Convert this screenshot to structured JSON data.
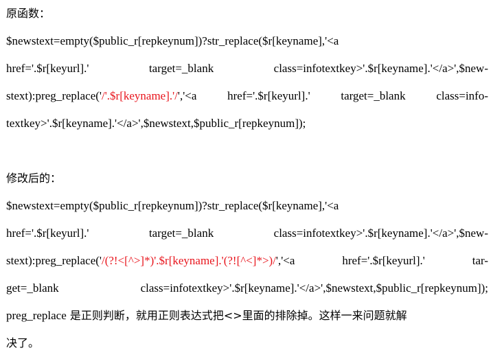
{
  "original": {
    "heading": "原函数：",
    "lines": [
      [
        {
          "t": "$newstext=empty($public_r[repkeynum])?str_replace($r[keyname],'<a"
        }
      ],
      [
        {
          "t": "href='.$r[keyurl].'        target=_blank        class=infotextkey>'.$r[keyname].'</a>',$new-"
        }
      ],
      [
        {
          "t": "stext):preg_replace('"
        },
        {
          "t": "/'.$r[keyname].'/",
          "red": true
        },
        {
          "t": "','<a href='.$r[keyurl].' target=_blank class=info-"
        }
      ],
      [
        {
          "t": "textkey>'.$r[keyname].'</a>',$newstext,$public_r[repkeynum]);"
        }
      ]
    ]
  },
  "modified": {
    "heading": "修改后的：",
    "lines": [
      [
        {
          "t": "$newstext=empty($public_r[repkeynum])?str_replace($r[keyname],'<a"
        }
      ],
      [
        {
          "t": "href='.$r[keyurl].'        target=_blank        class=infotextkey>'.$r[keyname].'</a>',$new-"
        }
      ],
      [
        {
          "t": "stext):preg_replace('"
        },
        {
          "t": "/(?!<[^>]*)'.$r[keyname].'(?![^<]*>)/",
          "red": true
        },
        {
          "t": "','<a  href='.$r[keyurl].'  tar-"
        }
      ],
      [
        {
          "t": "get=_blank class=infotextkey>'.$r[keyname].'</a>',$newstext,$public_r[repkeynum]);"
        }
      ]
    ]
  },
  "note": {
    "line1_code": "preg_replace",
    "line1_text": " 是正则判断，就用正则表达式把<>里面的排除掉。这样一来问题就解",
    "line2_text": "决了。"
  },
  "colors": {
    "highlight": "#e8141c",
    "text": "#000000"
  }
}
